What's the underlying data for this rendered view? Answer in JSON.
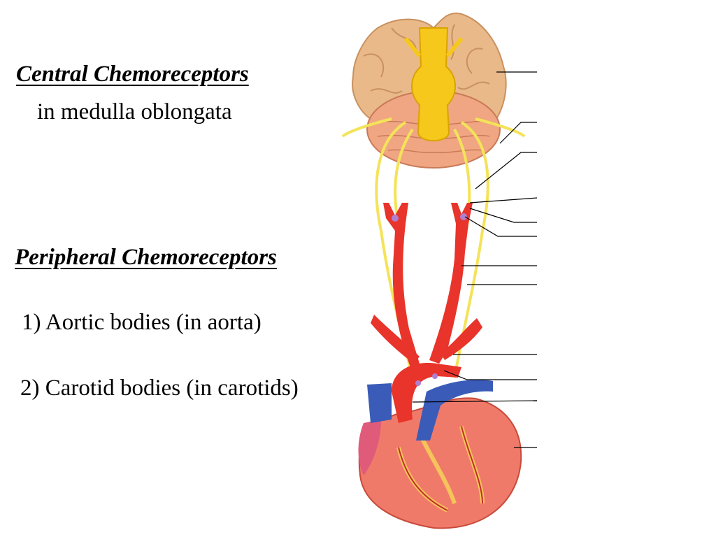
{
  "central": {
    "title": "Central Chemoreceptors",
    "subtitle": "in medulla oblongata"
  },
  "peripheral": {
    "title": "Peripheral Chemoreceptors",
    "items": [
      "1) Aortic bodies (in aorta)",
      "2) Carotid bodies (in carotids)"
    ]
  },
  "colors": {
    "nerve": "#f4e35a",
    "artery": "#e8342a",
    "vein": "#3a5bb8",
    "heart": "#f07a6a",
    "brain": "#e9b98a",
    "brainstem": "#f7c81c",
    "chemoreceptor_body": "#b07fd0"
  },
  "illustration": {
    "blank_label_count": 12
  }
}
